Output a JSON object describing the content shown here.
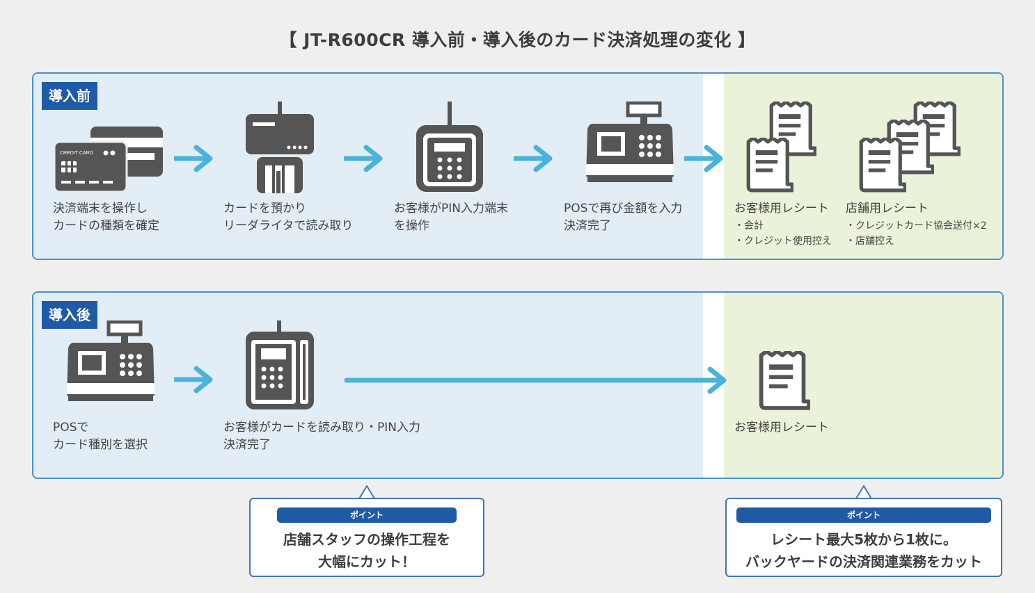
{
  "title": "【 JT-R600CR 導入前・導入後のカード決済処理の変化 】",
  "before": {
    "tag": "導入前",
    "card_text": "CREDIT CARD",
    "steps": [
      {
        "line1": "決済端末を操作し",
        "line2": "カードの種類を確定",
        "icon": "credit-cards-icon"
      },
      {
        "line1": "カードを預かり",
        "line2": "リーダライタで読み取り",
        "icon": "card-reader-icon"
      },
      {
        "line1": "お客様がPIN入力端末",
        "line2": "を操作",
        "icon": "pin-terminal-icon"
      },
      {
        "line1": "POSで再び金額を入力",
        "line2": "決済完了",
        "icon": "pos-register-icon"
      }
    ],
    "customer_receipt": {
      "label": "お客様用レシート",
      "items": [
        "・会計",
        "・クレジット使用控え"
      ]
    },
    "store_receipt": {
      "label": "店舗用レシート",
      "items": [
        "・クレジットカード協会送付×2",
        "・店舗控え"
      ]
    }
  },
  "after": {
    "tag": "導入後",
    "steps": [
      {
        "line1": "POSで",
        "line2": "カード種別を選択",
        "icon": "pos-register-icon"
      },
      {
        "line1": "お客様がカードを読み取り・PIN入力",
        "line2": "決済完了",
        "icon": "jt-r600cr-terminal-icon"
      }
    ],
    "customer_receipt": {
      "label": "お客様用レシート"
    }
  },
  "points": [
    {
      "badge": "ポイント",
      "line1": "店舗スタッフの操作工程を",
      "line2": "大幅にカット！"
    },
    {
      "badge": "ポイント",
      "line1": "レシート最大5枚から1枚に。",
      "line2": "バックヤードの決済関連業務をカット"
    }
  ],
  "colors": {
    "accent": "#1f5aa6",
    "arrow": "#4ab3dc",
    "icon": "#555555",
    "panel_blue": "#e3edf6",
    "panel_green": "#eaf3d9"
  }
}
